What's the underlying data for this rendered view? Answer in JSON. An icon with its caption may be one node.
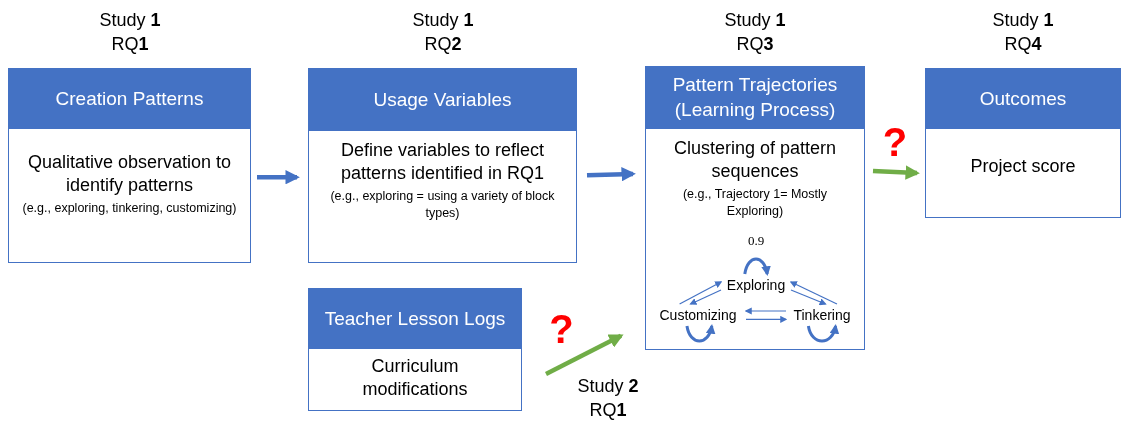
{
  "diagram": {
    "nodes": [
      {
        "text": [
          "Creation Patterns",
          "Qualitative observation to identify patterns",
          "(e.g., exploring, tinkering, customizing)"
        ],
        "beside": [
          "Study **1** RQ**1**"
        ]
      },
      {
        "text": [
          "Usage Variables",
          "Define variables to reflect patterns identified in RQ1",
          "(e.g., exploring = using a variety of block types)"
        ],
        "beside": [
          "Study **1** RQ**2**"
        ]
      },
      {
        "text": [
          "Pattern Trajectories (Learning Process)",
          "Clustering of pattern sequences",
          "(e.g., Trajectory 1= Mostly Exploring)"
        ],
        "beside": [
          "Study **1** RQ**3**"
        ]
      },
      {
        "text": [
          "Exploring"
        ],
        "in": 2
      },
      {
        "text": [
          "Customizing"
        ],
        "in": 2
      },
      {
        "text": [
          "Tinkering"
        ],
        "in": 2
      },
      {
        "text": [
          "Outcomes",
          "Project score"
        ],
        "beside": [
          "Study **1** RQ**4**"
        ]
      },
      {
        "text": [
          "Teacher Lesson Logs",
          "Curriculum modifications"
        ]
      }
    ],
    "edges": [
      {
        "from": 0,
        "to": 1,
        "arrow": "to"
      },
      {
        "from": 1,
        "to": 2,
        "arrow": "to"
      },
      {
        "from": 2,
        "to": 6,
        "arrow": "to",
        "color": "#70ad47",
        "label": "?"
      },
      {
        "from": 7,
        "to": 2,
        "arrow": "to",
        "color": "#70ad47",
        "label": "?"
      },
      {
        "from": 3,
        "to": 3,
        "arrow": "to",
        "label": "0.9"
      },
      {
        "from": 4,
        "to": 3,
        "arrow": "to"
      },
      {
        "from": 3,
        "to": 4,
        "arrow": "to"
      },
      {
        "from": 3,
        "to": 5,
        "arrow": "to"
      },
      {
        "from": 5,
        "to": 3,
        "arrow": "to"
      },
      {
        "from": 5,
        "to": 4,
        "arrow": "to"
      },
      {
        "from": 4,
        "to": 5,
        "arrow": "to"
      },
      {
        "from": 4,
        "to": 4,
        "arrow": "to"
      },
      {
        "from": 5,
        "to": 5,
        "arrow": "to"
      }
    ],
    "labels": [
      "Study **2** RQ**1**"
    ]
  }
}
